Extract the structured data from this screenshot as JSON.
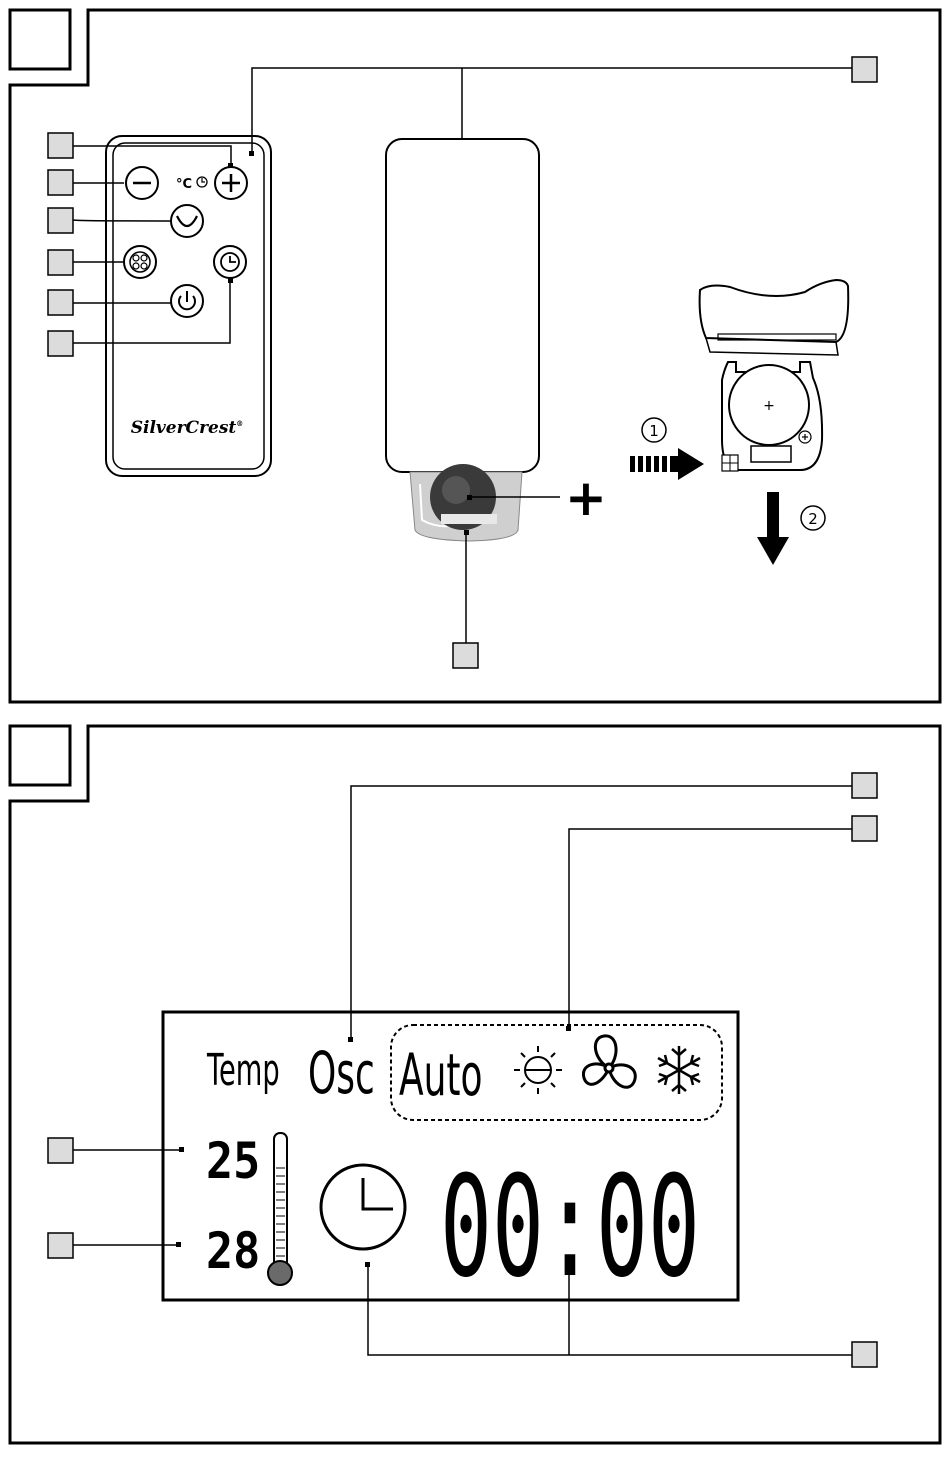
{
  "remote": {
    "brand": "SilverCrest",
    "brand_mark": "®",
    "unit_label": "°C",
    "buttons": [
      "minus",
      "plus",
      "oscillation",
      "mode",
      "timer",
      "power"
    ]
  },
  "battery": {
    "plus_sign": "+",
    "step1": "1",
    "step2": "2",
    "cell_plus": "+"
  },
  "display": {
    "temp_label": "Temp",
    "osc_label": "Osc",
    "auto_label": "Auto",
    "mode_icons": [
      "sun-icon",
      "fan-icon",
      "snowflake-icon"
    ],
    "temp_upper": "25",
    "temp_lower": "28",
    "clock": "00:00"
  },
  "colors": {
    "line": "#000000",
    "callout_box": "#dcdcdc",
    "gray_fill": "#cfcfcf"
  }
}
